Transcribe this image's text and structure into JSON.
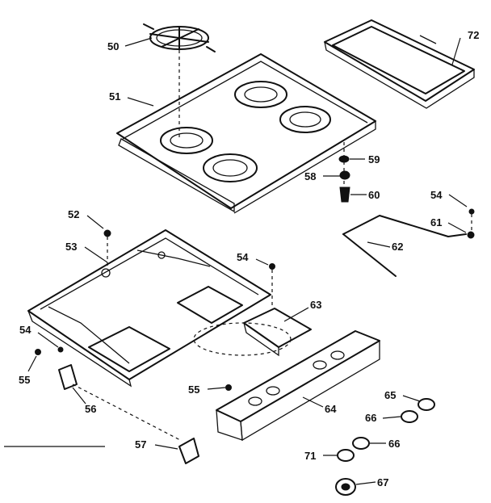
{
  "callouts": {
    "c50": "50",
    "c51": "51",
    "c52": "52",
    "c53": "53",
    "c54a": "54",
    "c54b": "54",
    "c54c": "54",
    "c55a": "55",
    "c55b": "55",
    "c56": "56",
    "c57": "57",
    "c58": "58",
    "c59": "59",
    "c60": "60",
    "c61": "61",
    "c62": "62",
    "c63": "63",
    "c64": "64",
    "c65": "65",
    "c66a": "66",
    "c66b": "66",
    "c67": "67",
    "c71": "71",
    "c72": "72"
  }
}
